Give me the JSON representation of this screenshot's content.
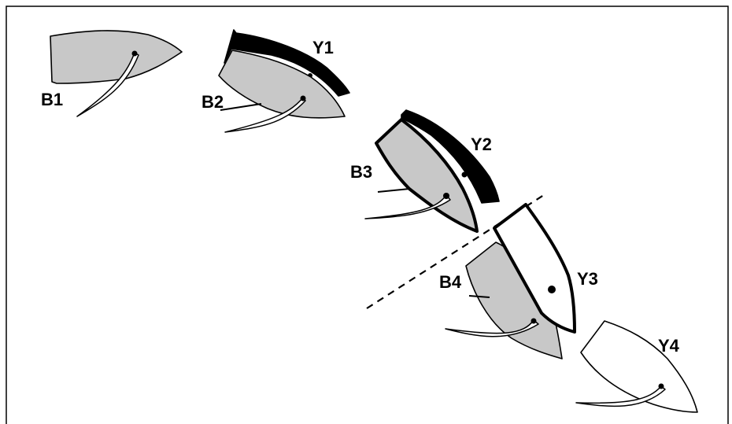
{
  "colors": {
    "blue_boat_fill": "#c8c8c8",
    "yellow_boat_fill": "#ffffff",
    "outline": "#000000"
  },
  "boats": [
    {
      "id": "B1",
      "label": "B1",
      "color": "blue",
      "outline": "thin"
    },
    {
      "id": "B2",
      "label": "B2",
      "color": "blue",
      "outline": "thin"
    },
    {
      "id": "B3",
      "label": "B3",
      "color": "blue",
      "outline": "thick"
    },
    {
      "id": "B4",
      "label": "B4",
      "color": "blue",
      "outline": "thin"
    },
    {
      "id": "Y1",
      "label": "Y1",
      "color": "yellow",
      "outline": "thin"
    },
    {
      "id": "Y2",
      "label": "Y2",
      "color": "yellow",
      "outline": "thin"
    },
    {
      "id": "Y3",
      "label": "Y3",
      "color": "yellow",
      "outline": "thick"
    },
    {
      "id": "Y4",
      "label": "Y4",
      "color": "yellow",
      "outline": "thin"
    }
  ],
  "zone_line": {
    "style": "dashed"
  }
}
